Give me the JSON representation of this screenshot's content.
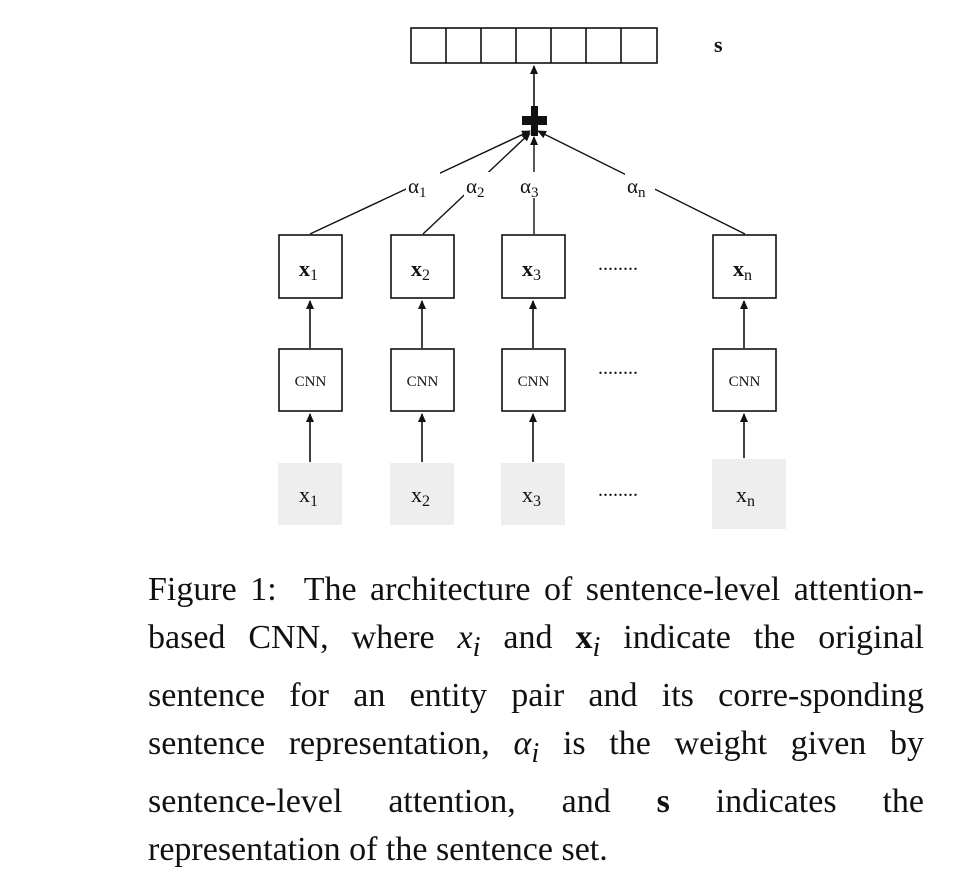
{
  "diagram": {
    "output_label": "s",
    "weights": [
      {
        "base": "α",
        "sub": "1"
      },
      {
        "base": "α",
        "sub": "2"
      },
      {
        "base": "α",
        "sub": "3"
      },
      {
        "base": "α",
        "sub": "n"
      }
    ],
    "representations": [
      {
        "base": "x",
        "sub": "1"
      },
      {
        "base": "x",
        "sub": "2"
      },
      {
        "base": "x",
        "sub": "3"
      },
      {
        "base": "x",
        "sub": "n"
      }
    ],
    "encoder_label": "CNN",
    "inputs": [
      {
        "base": "x",
        "sub": "1"
      },
      {
        "base": "x",
        "sub": "2"
      },
      {
        "base": "x",
        "sub": "3"
      },
      {
        "base": "x",
        "sub": "n"
      }
    ],
    "ellipsis": "........"
  },
  "caption": {
    "label": "Figure 1:",
    "p1": "The architecture of sentence-level attention-based CNN, where ",
    "m1": "x",
    "m1_sub": "i",
    "p2": " and ",
    "m2": "x",
    "m2_sub": "i",
    "p3": " indicate the original sentence for an entity pair and its corre-sponding sentence representation, ",
    "m3": "α",
    "m3_sub": "i",
    "p4": " is the weight given by sentence-level attention, and ",
    "m4": "s",
    "p5": " indicates the representation of the sentence set."
  }
}
